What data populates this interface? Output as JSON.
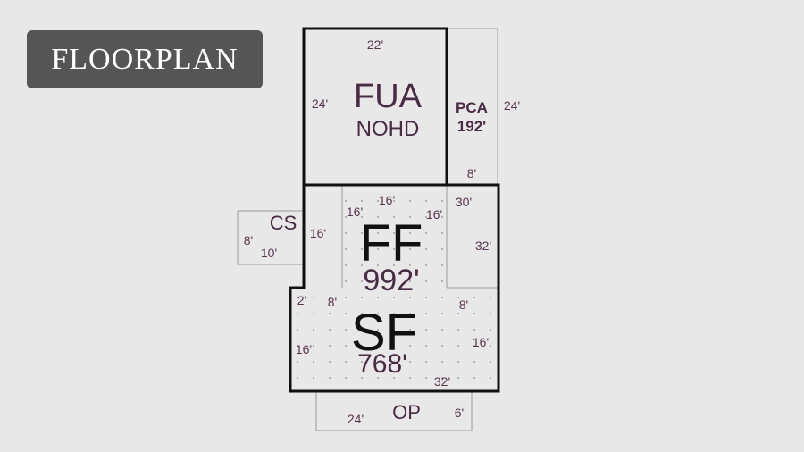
{
  "header": {
    "title": "FLOORPLAN"
  },
  "colors": {
    "accent": "#555555",
    "wall": "#111111",
    "label": "#4a2a44",
    "thin": "#9a9a9a"
  },
  "rooms": {
    "fua": {
      "name": "FUA",
      "sub": "NOHD",
      "w": "22'",
      "h": "24'"
    },
    "pca": {
      "name": "PCA",
      "area": "192'",
      "h": "24'",
      "w": "8'"
    },
    "ff": {
      "name": "FF",
      "area": "992'",
      "top": "16'",
      "inner_l": "16'",
      "inner_r": "16'",
      "left": "16'",
      "right": "32'",
      "corner": "30'"
    },
    "cs": {
      "name": "CS",
      "h": "8'",
      "w": "10'"
    },
    "sf": {
      "name": "SF",
      "area": "768'",
      "tl1": "2'",
      "tl2": "8'",
      "tr": "8'",
      "left": "16'",
      "right": "16'",
      "bottom": "32'"
    },
    "op": {
      "name": "OP",
      "w": "24'",
      "h": "6'"
    }
  }
}
